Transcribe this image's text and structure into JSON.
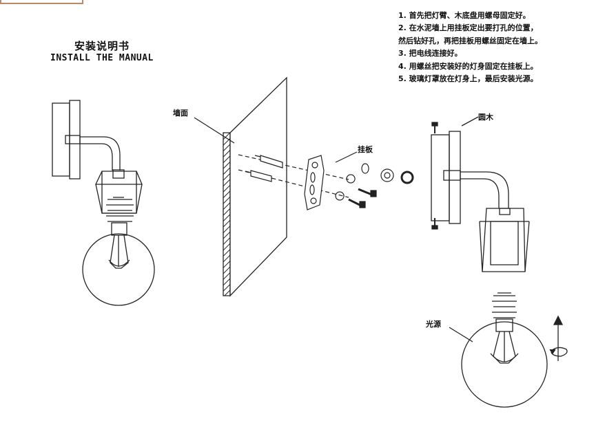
{
  "header": {
    "title_cn": "安装说明书",
    "title_en": "INSTALL THE MANUAL"
  },
  "steps": [
    "1. 首先把灯臂、木底盘用螺母固定好。",
    "2. 在水泥墙上用挂板定出要打孔的位置，",
    "然后钻好孔，再把挂板用螺丝固定在墙上。",
    "3. 把电线连接好。",
    "4. 用螺丝把安装好的灯身固定在挂板上。",
    "5. 玻璃灯罩放在灯身上，最后安装光源。"
  ],
  "labels": {
    "wall": "墙面",
    "bracket": "挂板",
    "wood_base": "圆木",
    "light_source": "光源"
  }
}
